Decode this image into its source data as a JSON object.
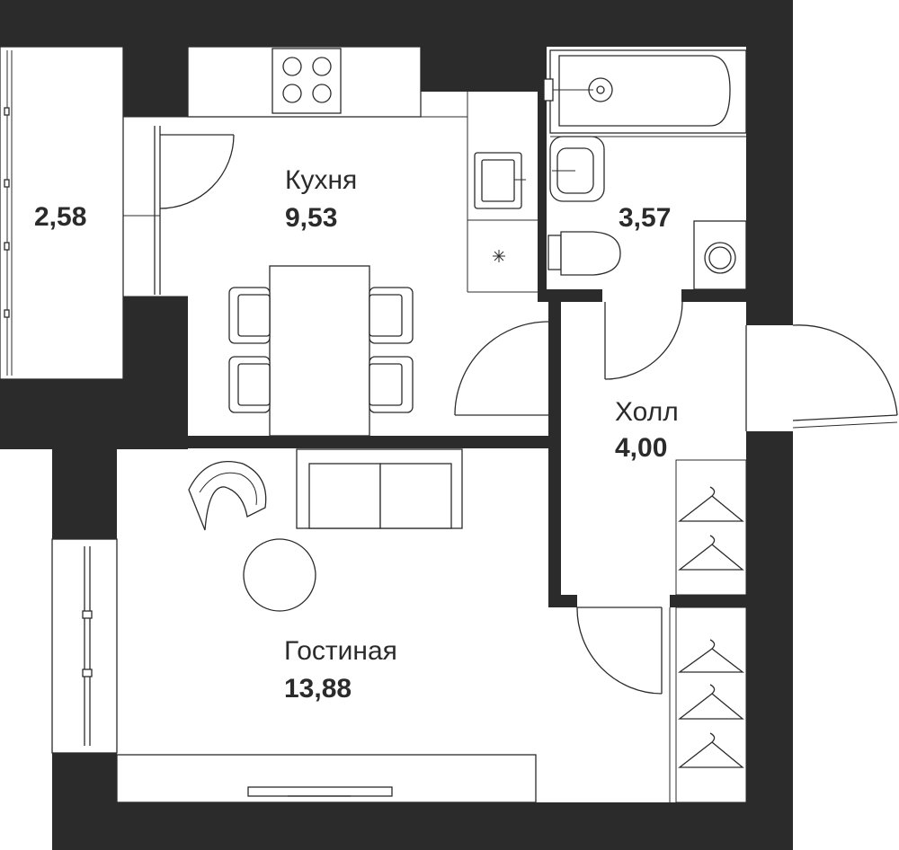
{
  "rooms": {
    "balcony": {
      "area": "2,58"
    },
    "kitchen": {
      "name": "Кухня",
      "area": "9,53"
    },
    "bathroom": {
      "area": "3,57"
    },
    "hall": {
      "name": "Холл",
      "area": "4,00"
    },
    "living": {
      "name": "Гостиная",
      "area": "13,88"
    }
  },
  "colors": {
    "wall": "#2b2b2b",
    "background": "#ffffff"
  }
}
